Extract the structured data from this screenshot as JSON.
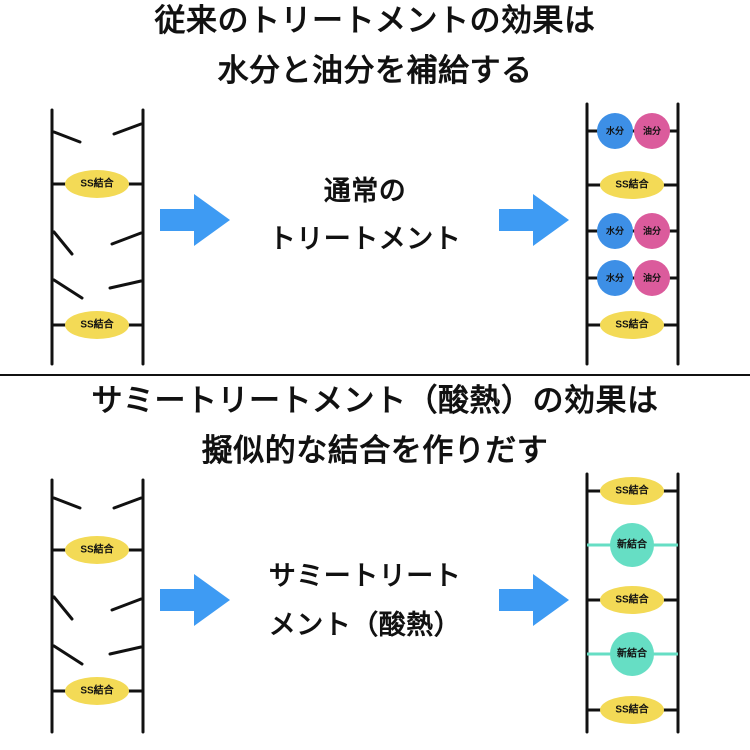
{
  "top": {
    "heading_line1": "従来のトリートメントの効果は",
    "heading_line2": "水分と油分を補給する",
    "process_line1": "通常の",
    "process_line2": "トリートメント",
    "bond_label": "SS結合",
    "water_label": "水分",
    "oil_label": "油分"
  },
  "bottom": {
    "heading_line1": "サミートリートメント（酸熱）の効果は",
    "heading_line2": "擬似的な結合を作りだす",
    "process_line1": "サミートリート",
    "process_line2": "メント（酸熱）",
    "bond_label": "SS結合",
    "new_bond_label": "新結合"
  },
  "colors": {
    "bond_yellow": "#f3da56",
    "water_blue": "#3d8fe6",
    "oil_pink": "#db5b9c",
    "new_bond_teal": "#66dec4",
    "arrow_blue": "#3e9bf3"
  }
}
